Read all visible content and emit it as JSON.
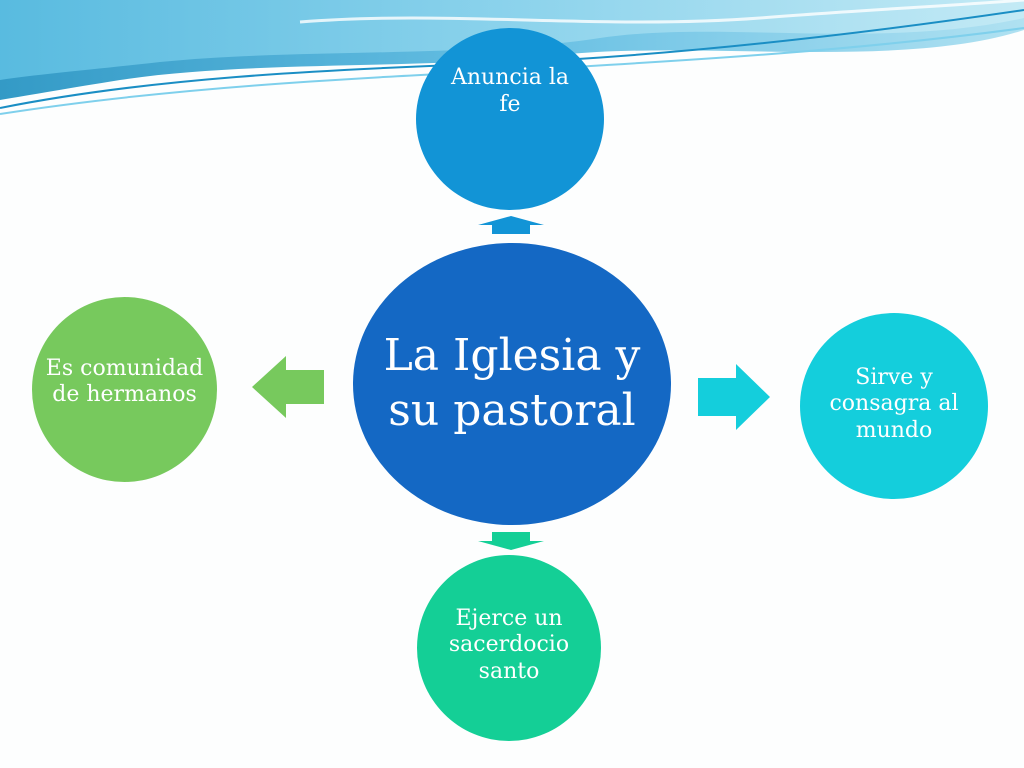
{
  "colors": {
    "center": "#1468c4",
    "top": "#1294d6",
    "left": "#77c95d",
    "right": "#14cedc",
    "bottom": "#14cf96",
    "wave_dark": "#1a86b8",
    "wave_light": "#8fd2ea"
  },
  "diagram": {
    "center": {
      "label": "La Iglesia y su pastoral"
    },
    "top": {
      "label": "Anuncia la fe"
    },
    "left": {
      "label": "Es comunidad de hermanos"
    },
    "right": {
      "label": "Sirve y consagra al mundo"
    },
    "bottom": {
      "label": "Ejerce un sacerdocio santo"
    }
  }
}
